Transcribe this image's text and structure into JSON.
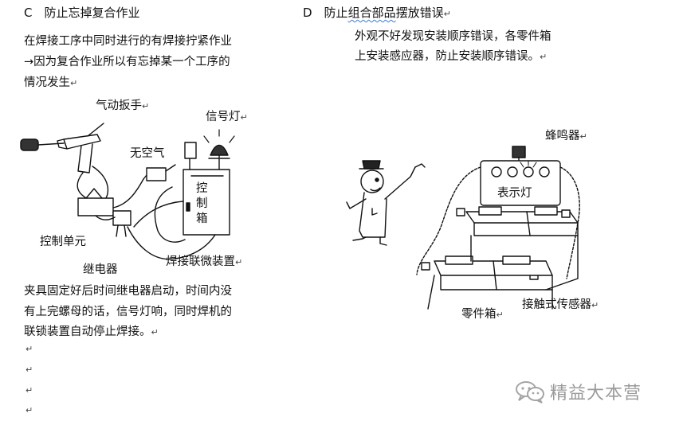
{
  "section_c": {
    "heading": "C　防止忘掉复合作业",
    "intro_lines": [
      "在焊接工序中同时进行的有焊接拧紧作业",
      "→因为复合作业所以有忘掉某一个工序的",
      "情况发生"
    ],
    "labels": {
      "air_wrench": "气动扳手",
      "signal_light": "信号灯",
      "no_air": "无空气",
      "control_box": [
        "控",
        "制",
        "箱"
      ],
      "control_unit": "控制单元",
      "relay": "继电器",
      "interlock": "焊接联微装置"
    },
    "outro_lines": [
      "夹具固定好后时间继电器启动，时间内没",
      "有上完螺母的话，信号灯响，同时焊机的",
      "联锁装置自动停止焊接。"
    ]
  },
  "section_d": {
    "heading_prefix": "D　防止",
    "heading_underlined": "组合部品",
    "heading_suffix": "摆放错误",
    "intro_lines": [
      "外观不好发现安装顺序错误，各零件箱",
      "上安装感应器，防止安装顺序错误。"
    ],
    "labels": {
      "buzzer": "蜂鸣器",
      "indicator_light": "表示灯",
      "parts_box": "零件箱",
      "contact_sensor": "接触式传感器"
    }
  },
  "paragraph_mark": "↵",
  "watermark": {
    "icon": "wechat-icon",
    "text": "精益大本营"
  }
}
